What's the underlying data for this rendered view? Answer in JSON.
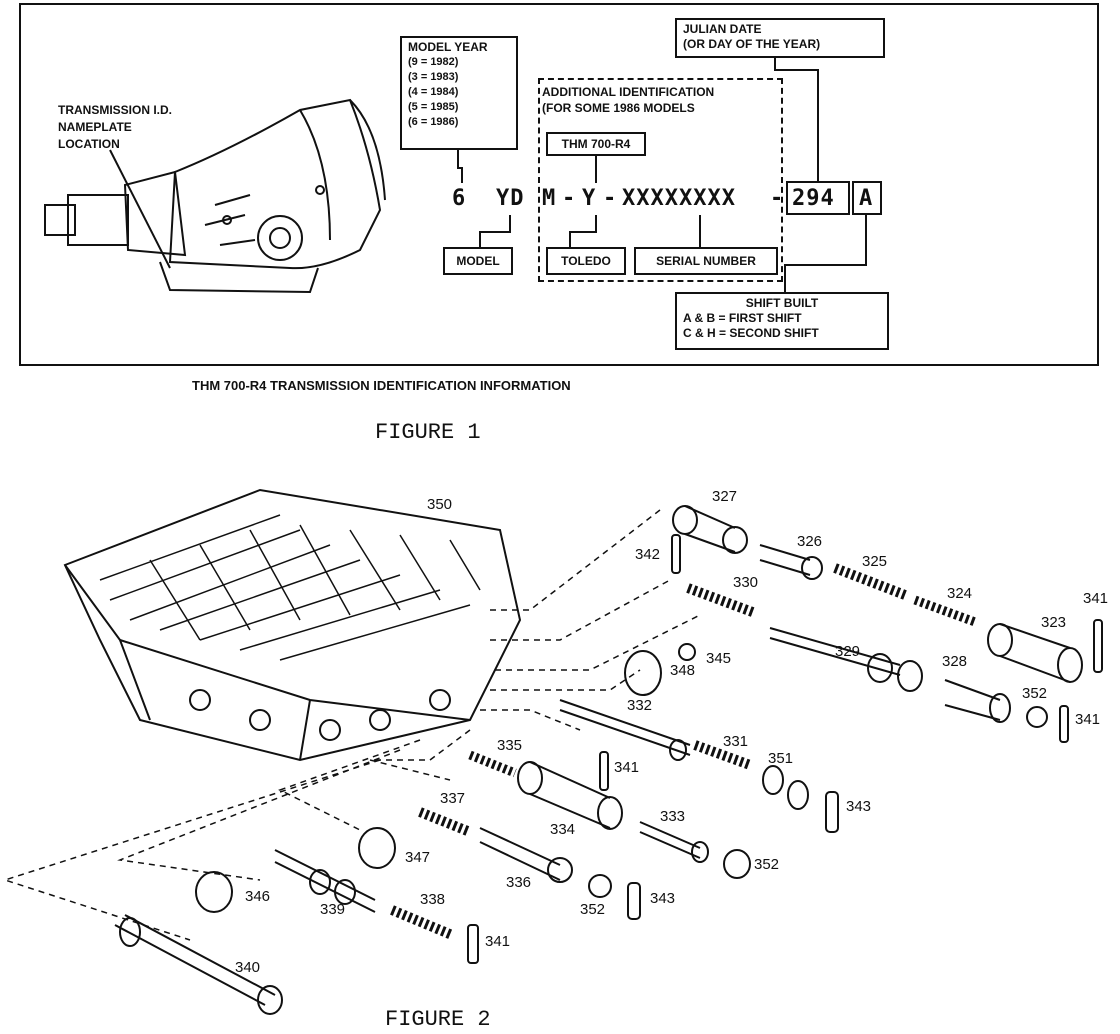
{
  "figure1": {
    "nameplate_label": [
      "TRANSMISSION I.D.",
      "NAMEPLATE",
      "LOCATION"
    ],
    "model_year": {
      "title": "MODEL YEAR",
      "lines": [
        "(9  =  1982)",
        "(3  =  1983)",
        "(4  =  1984)",
        "(5  =  1985)",
        "(6  =  1986)"
      ]
    },
    "julian_date": [
      "JULIAN DATE",
      "(OR DAY OF THE YEAR)"
    ],
    "additional_id": [
      "ADDITIONAL IDENTIFICATION",
      "(FOR SOME 1986 MODELS"
    ],
    "thm_box": "THM 700-R4",
    "code": {
      "year": "6",
      "model": "YD",
      "m": "M",
      "dash1": "-",
      "y": "Y",
      "dash2": "-",
      "serial": "XXXXXXXX",
      "dash3": "-",
      "julian": "294",
      "shift": "A"
    },
    "model_box": "MODEL",
    "toledo_box": "TOLEDO",
    "serial_box": "SERIAL NUMBER",
    "shift_built": {
      "title": "SHIFT BUILT",
      "lines": [
        "A & B  =  FIRST SHIFT",
        "C & H  =  SECOND SHIFT"
      ]
    },
    "caption": "THM 700-R4 TRANSMISSION IDENTIFICATION INFORMATION",
    "figure_label": "FIGURE 1"
  },
  "figure2": {
    "figure_label": "FIGURE 2",
    "parts": [
      "350",
      "327",
      "326",
      "325",
      "324",
      "323",
      "341",
      "342",
      "330",
      "345",
      "329",
      "328",
      "352",
      "341",
      "348",
      "332",
      "331",
      "351",
      "343",
      "335",
      "341",
      "334",
      "333",
      "337",
      "347",
      "336",
      "352",
      "352",
      "343",
      "346",
      "339",
      "338",
      "341",
      "340"
    ]
  }
}
